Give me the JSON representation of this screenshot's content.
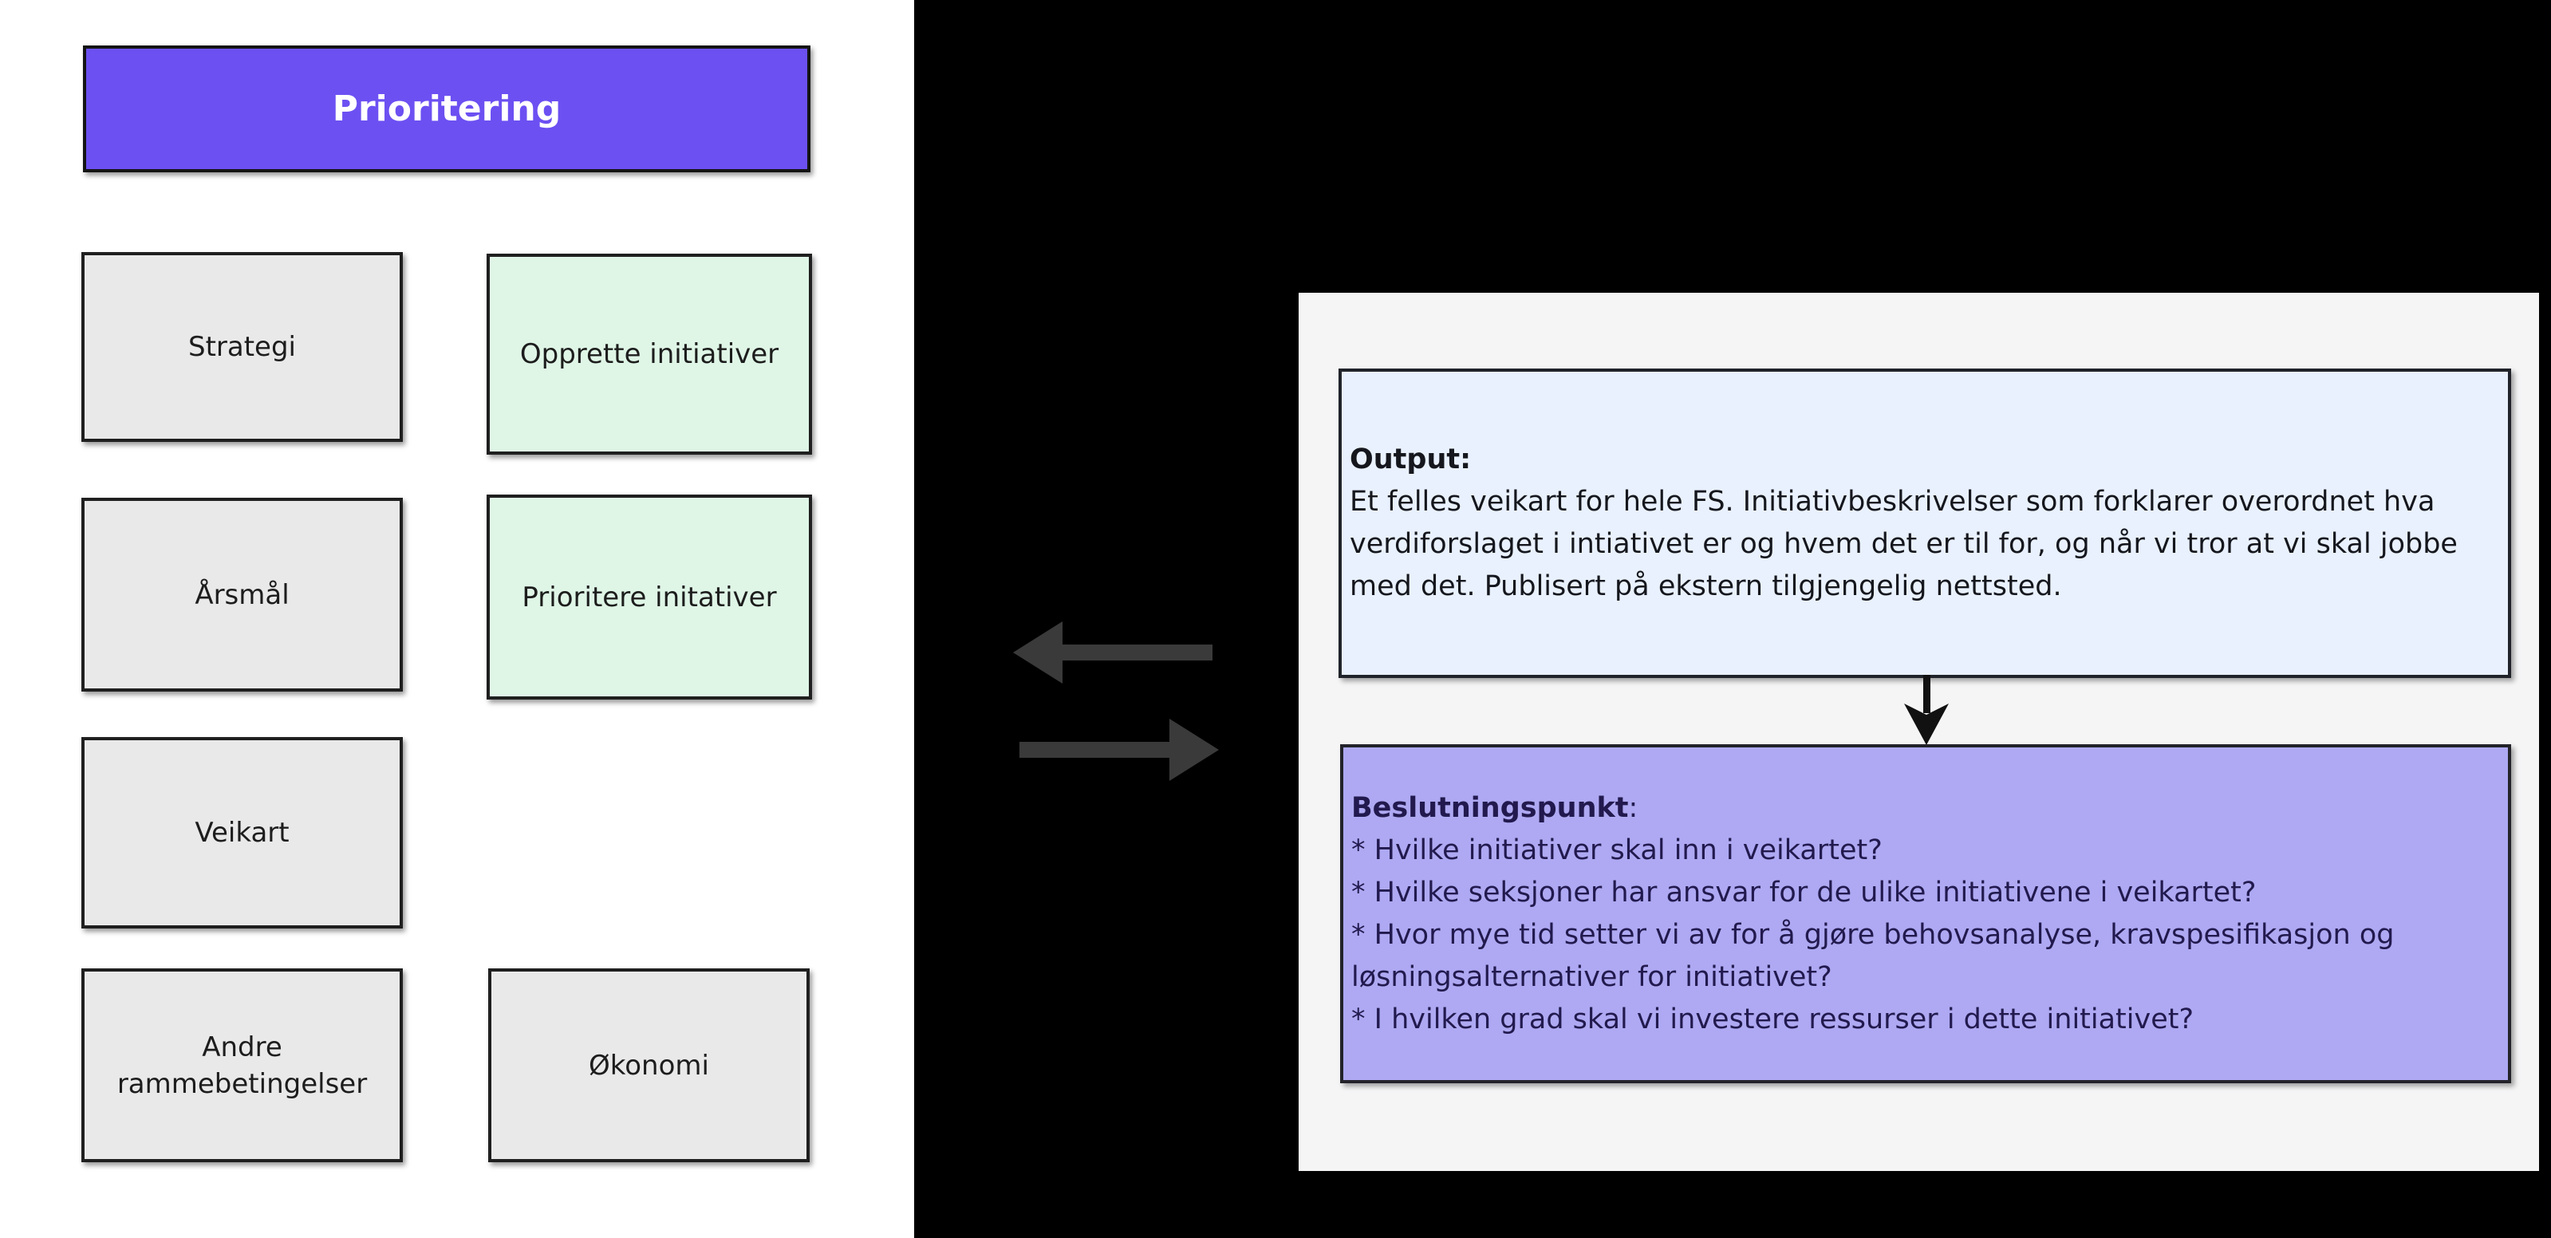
{
  "canvas": {
    "background": "#000000"
  },
  "left_panel": {
    "background": "#ffffff",
    "header": {
      "label": "Prioritering",
      "fill": "#6c50f2",
      "text_color": "#ffffff"
    },
    "boxes": [
      {
        "label": "Strategi",
        "variant": "gray"
      },
      {
        "label": "Opprette initiativer",
        "variant": "green"
      },
      {
        "label": "Årsmål",
        "variant": "gray"
      },
      {
        "label": "Prioritere initativer",
        "variant": "green"
      },
      {
        "label": "Veikart",
        "variant": "gray"
      },
      {
        "label": "Andre rammebetingelser",
        "variant": "gray"
      },
      {
        "label": "Økonomi",
        "variant": "gray"
      }
    ]
  },
  "connectors": {
    "left_arrow_icon": "arrow-left",
    "right_arrow_icon": "arrow-right",
    "down_arrow_icon": "arrow-down",
    "horizontal_arrow_color": "#3a3a3a",
    "down_arrow_color": "#111111"
  },
  "right_panel": {
    "background": "#f5f5f6",
    "output_box": {
      "fill": "#e9f1fe",
      "heading": "Output:",
      "heading_suffix": "",
      "body": "Et felles veikart for hele FS. Initiativbeskrivelser som forklarer overordnet hva verdiforslaget i intiativet er og hvem det er til for, og når vi tror at vi skal jobbe med det. Publisert på ekstern tilgjengelig nettsted."
    },
    "decision_box": {
      "fill": "#aea9f2",
      "heading": "Beslutningspunkt",
      "heading_suffix": ":",
      "bullets": [
        "* Hvilke initiativer skal inn i veikartet?",
        "* Hvilke seksjoner har ansvar for de ulike initiativene i veikartet?",
        "* Hvor mye tid setter vi av for å gjøre behovsanalyse, kravspesifikasjon og løsningsalternativer for initiativet?",
        "* I hvilken grad skal vi investere ressurser i dette initiativet?"
      ]
    }
  },
  "colors": {
    "gray_box_fill": "#e9e9e9",
    "green_box_fill": "#dff6e6",
    "box_border": "#1f1f1f",
    "output_text": "#15171d",
    "decision_text": "#221a4e"
  }
}
